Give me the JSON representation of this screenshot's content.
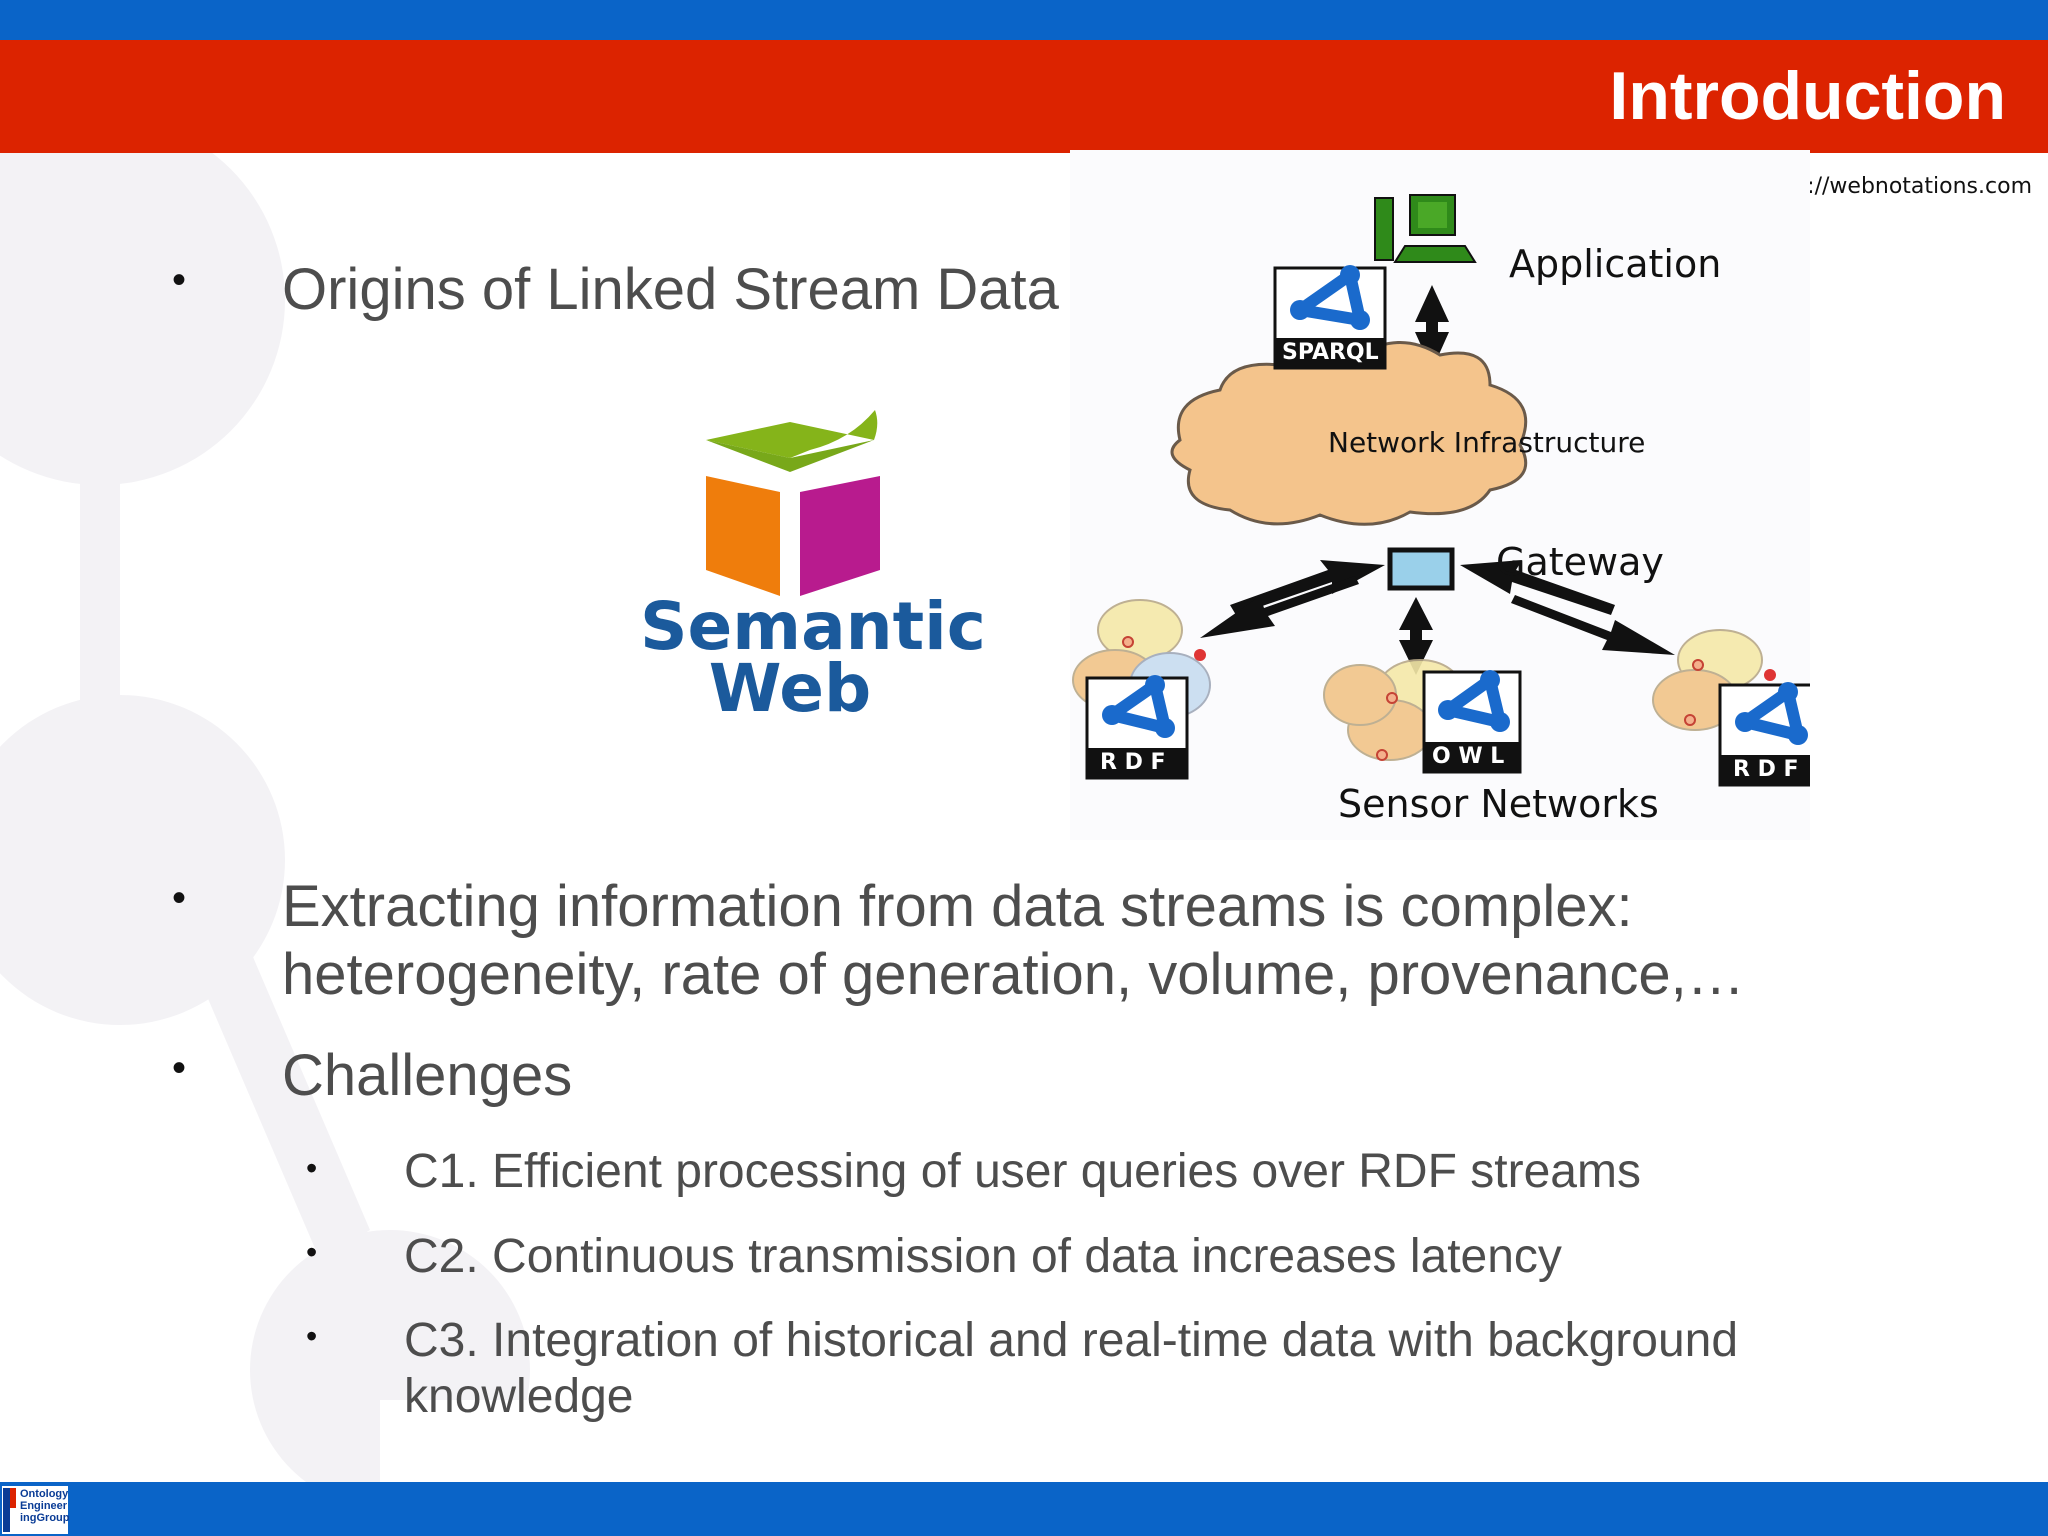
{
  "header": {
    "title": "Introduction"
  },
  "source": "Source: http://webnotations.com",
  "bullets": {
    "b1": "Origins of Linked Stream Data",
    "b2_line1": "Extracting information from data streams is complex:",
    "b2_line2": "heterogeneity, rate of generation, volume, provenance,…",
    "b3": "Challenges"
  },
  "challenges": {
    "c1": "C1. Efficient processing of user queries over RDF streams",
    "c2": "C2. Continuous transmission of data increases latency",
    "c3_line1": "C3. Integration of historical and real-time data with background",
    "c3_line2": "knowledge"
  },
  "semantic_web": {
    "line1": "Semantic",
    "line2": "Web"
  },
  "diagram": {
    "application": "Application",
    "network": "Network Infrastructure",
    "gateway": "Gateway",
    "sensor_networks": "Sensor Networks",
    "sparql": "SPARQL",
    "rdf": "R D F",
    "owl": "O W L"
  },
  "footer_logo": {
    "line1": "Ontology",
    "line2": "Engineer",
    "line3": "ingGroup"
  },
  "colors": {
    "blue": "#0a64c8",
    "red": "#dc2300",
    "text": "#4d4d4d"
  }
}
